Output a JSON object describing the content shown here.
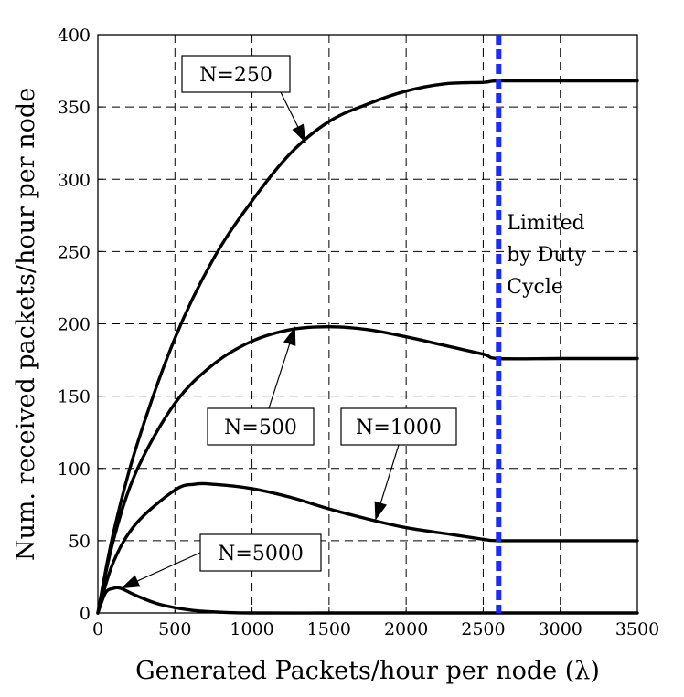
{
  "chart_data": {
    "type": "line",
    "xlabel": "Generated Packets/hour per node (λ)",
    "ylabel": "Num. received packets/hour per node",
    "xlim": [
      0,
      3500
    ],
    "ylim": [
      0,
      400
    ],
    "xticks": [
      0,
      500,
      1000,
      1500,
      2000,
      2500,
      3000,
      3500
    ],
    "yticks": [
      0,
      50,
      100,
      150,
      200,
      250,
      300,
      350,
      400
    ],
    "grid": true,
    "series": [
      {
        "name": "N=250",
        "x": [
          0,
          100,
          250,
          500,
          750,
          1000,
          1250,
          1500,
          1750,
          2000,
          2250,
          2500,
          2600,
          3000,
          3500
        ],
        "y": [
          0,
          55,
          115,
          190,
          245,
          285,
          318,
          340,
          352,
          361,
          366,
          367,
          368,
          368,
          368
        ]
      },
      {
        "name": "N=500",
        "x": [
          0,
          100,
          250,
          500,
          750,
          1000,
          1250,
          1500,
          1750,
          2000,
          2250,
          2500,
          2600,
          3000,
          3500
        ],
        "y": [
          0,
          50,
          98,
          145,
          172,
          188,
          196,
          198,
          196,
          191,
          185,
          179,
          176,
          176,
          176
        ]
      },
      {
        "name": "N=1000",
        "x": [
          0,
          100,
          250,
          500,
          625,
          750,
          1000,
          1250,
          1500,
          1750,
          2000,
          2250,
          2500,
          2600,
          3000,
          3500
        ],
        "y": [
          0,
          35,
          62,
          85,
          89,
          89,
          86,
          80,
          72,
          65,
          59,
          55,
          51,
          50,
          50,
          50
        ]
      },
      {
        "name": "N=5000",
        "x": [
          0,
          50,
          100,
          150,
          250,
          400,
          600,
          800,
          1000,
          1500,
          2000,
          2500,
          3000,
          3500
        ],
        "y": [
          0,
          14,
          17,
          17,
          12,
          6,
          2,
          0.5,
          0,
          0,
          0,
          0,
          0,
          0
        ]
      }
    ],
    "duty_cycle_limit": {
      "x": 2600,
      "color": "#1a2bff",
      "label": [
        "Limited",
        "by Duty",
        "Cycle"
      ]
    },
    "annotations": [
      {
        "text": "N=250",
        "points_to": {
          "x": 1350,
          "y": 325
        }
      },
      {
        "text": "N=500",
        "points_to": {
          "x": 1280,
          "y": 198
        }
      },
      {
        "text": "N=1000",
        "points_to": {
          "x": 1800,
          "y": 64
        }
      },
      {
        "text": "N=5000",
        "points_to": {
          "x": 150,
          "y": 17
        }
      }
    ]
  }
}
